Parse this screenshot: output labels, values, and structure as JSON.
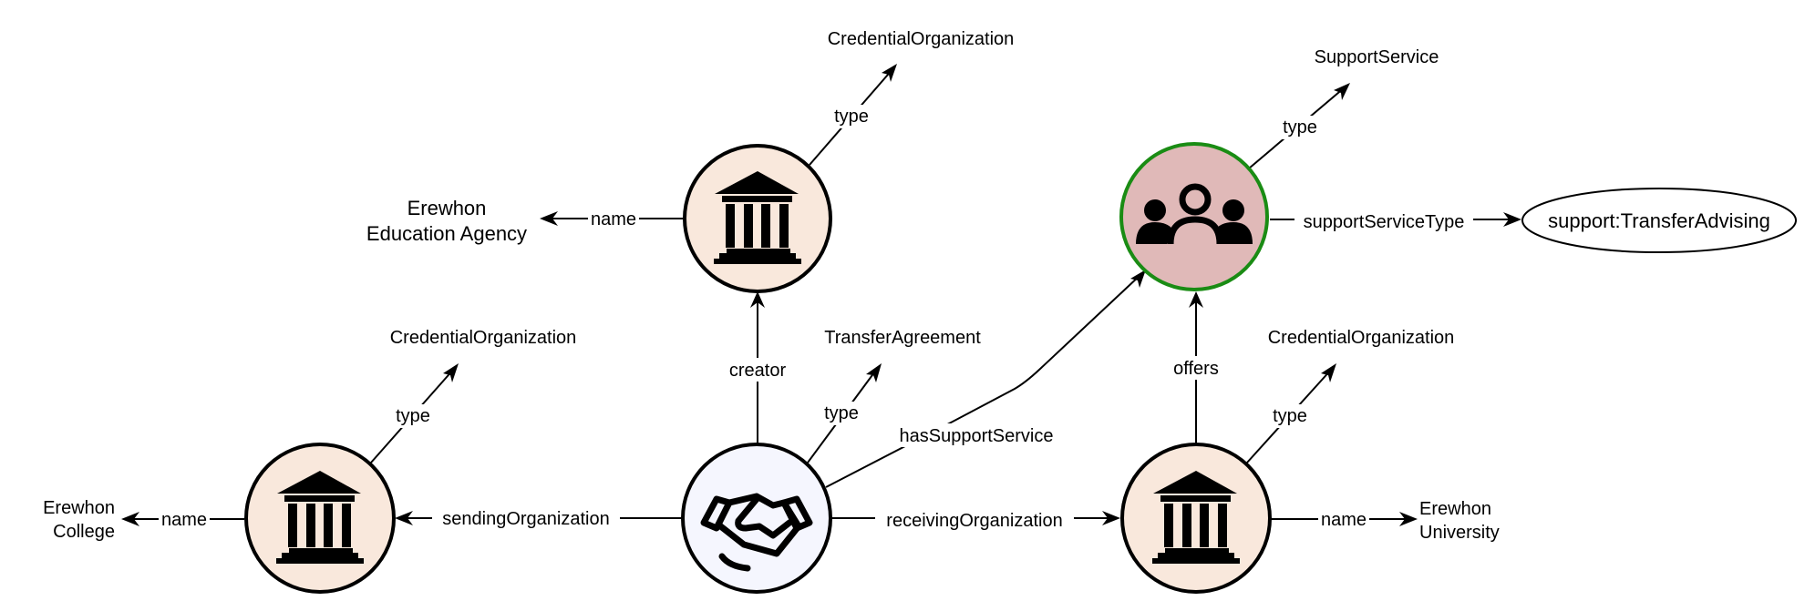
{
  "diagram": {
    "nodes": {
      "agency": {
        "icon": "institution-icon",
        "fill": "#f9e8dc",
        "stroke": "#000000"
      },
      "college": {
        "icon": "institution-icon",
        "fill": "#f9e8dc",
        "stroke": "#000000"
      },
      "agreement": {
        "icon": "handshake-icon",
        "fill": "#f5f6fe",
        "stroke": "#000000"
      },
      "university": {
        "icon": "institution-icon",
        "fill": "#f9e8dc",
        "stroke": "#000000"
      },
      "support": {
        "icon": "people-group-icon",
        "fill": "#e0b9b8",
        "stroke": "#1a8c14"
      }
    },
    "literals": {
      "agency_name_line1": "Erewhon",
      "agency_name_line2": "Education Agency",
      "agency_type": "CredentialOrganization",
      "college_name_line1": "Erewhon",
      "college_name_line2": "College",
      "college_type": "CredentialOrganization",
      "agreement_type": "TransferAgreement",
      "university_name_line1": "Erewhon",
      "university_name_line2": "University",
      "university_type": "CredentialOrganization",
      "support_type": "SupportService",
      "support_service_type_value": "support:TransferAdvising"
    },
    "edges": {
      "agency_name": "name",
      "agency_type": "type",
      "creator": "creator",
      "agreement_type": "type",
      "has_support_service": "hasSupportService",
      "sending_organization": "sendingOrganization",
      "receiving_organization": "receivingOrganization",
      "college_name": "name",
      "college_type": "type",
      "university_name": "name",
      "university_type": "type",
      "offers": "offers",
      "support_type": "type",
      "support_service_type": "supportServiceType"
    }
  }
}
